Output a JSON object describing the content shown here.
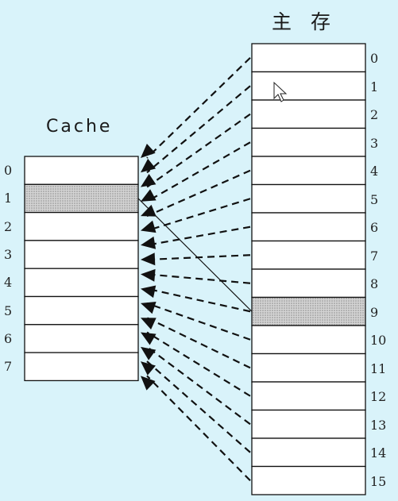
{
  "cache": {
    "title": "Cache",
    "block_labels": [
      "0",
      "1",
      "2",
      "3",
      "4",
      "5",
      "6",
      "7"
    ],
    "highlighted_block": 1
  },
  "main_memory": {
    "title": "主 存",
    "block_labels": [
      "0",
      "1",
      "2",
      "3",
      "4",
      "5",
      "6",
      "7",
      "8",
      "9",
      "10",
      "11",
      "12",
      "13",
      "14",
      "15"
    ],
    "highlighted_block": 9
  },
  "mapping": {
    "type": "fully-associative",
    "highlighted_link": {
      "from_memory_block": 9,
      "to_cache_block": 1
    }
  },
  "colors": {
    "background": "#d9f3fa",
    "block_fill": "#ffffff",
    "highlight_fill": "#bdbdbd",
    "line": "#111111"
  }
}
